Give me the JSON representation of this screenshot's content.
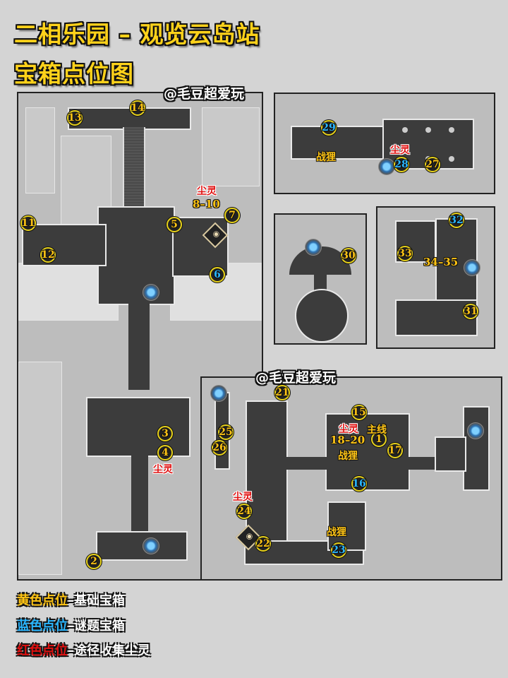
{
  "header": {
    "title_line1": "二相乐园 – 观览云岛站",
    "title_line2": "宝箱点位图"
  },
  "watermark": "@毛豆超爱玩",
  "colors": {
    "basic": "#ffc414",
    "puzzle": "#2ab6ff",
    "dust": "#e01010",
    "title": "#ffd21a"
  },
  "map": {
    "main_panel": {
      "pins": [
        {
          "id": "13",
          "type": "basic"
        },
        {
          "id": "14",
          "type": "basic"
        },
        {
          "id": "11",
          "type": "basic"
        },
        {
          "id": "12",
          "type": "basic"
        },
        {
          "id": "5",
          "type": "basic"
        },
        {
          "id": "7",
          "type": "basic"
        },
        {
          "id": "6",
          "type": "puzzle"
        },
        {
          "id": "3",
          "type": "basic"
        },
        {
          "id": "4",
          "type": "basic"
        },
        {
          "id": "2",
          "type": "basic"
        }
      ],
      "labels": {
        "dust_8_10": "尘灵",
        "range_8_10": "8–10",
        "dust_4": "尘灵"
      }
    },
    "top_right_panel": {
      "pins": [
        {
          "id": "29",
          "type": "puzzle"
        },
        {
          "id": "28",
          "type": "puzzle"
        },
        {
          "id": "27",
          "type": "basic"
        }
      ],
      "labels": {
        "zhanli": "战狸",
        "dust_28": "尘灵"
      }
    },
    "round_panel": {
      "pins": [
        {
          "id": "30",
          "type": "basic"
        }
      ]
    },
    "corner_panel": {
      "pins": [
        {
          "id": "32",
          "type": "puzzle"
        },
        {
          "id": "33",
          "type": "basic"
        },
        {
          "id": "31",
          "type": "basic"
        }
      ],
      "labels": {
        "range_34_35": "34–35"
      }
    },
    "bottom_panel": {
      "pins": [
        {
          "id": "21",
          "type": "basic"
        },
        {
          "id": "15",
          "type": "basic"
        },
        {
          "id": "1",
          "type": "basic"
        },
        {
          "id": "17",
          "type": "basic"
        },
        {
          "id": "25",
          "type": "basic"
        },
        {
          "id": "26",
          "type": "basic"
        },
        {
          "id": "16",
          "type": "puzzle"
        },
        {
          "id": "24",
          "type": "basic"
        },
        {
          "id": "22",
          "type": "basic"
        },
        {
          "id": "23",
          "type": "puzzle"
        }
      ],
      "labels": {
        "dust_18_20": "尘灵",
        "range_18_20": "18–20",
        "mainline": "主线",
        "zhanli_19": "战狸",
        "dust_24": "尘灵",
        "zhanli_23": "战狸"
      }
    }
  },
  "legend": [
    {
      "key": "黄色点位",
      "value": "–基础宝箱",
      "color": "#ffc414"
    },
    {
      "key": "蓝色点位",
      "value": "–谜题宝箱",
      "color": "#2ab6ff"
    },
    {
      "key": "红色点位",
      "value": "–途径收集尘灵",
      "color": "#e01010"
    }
  ]
}
